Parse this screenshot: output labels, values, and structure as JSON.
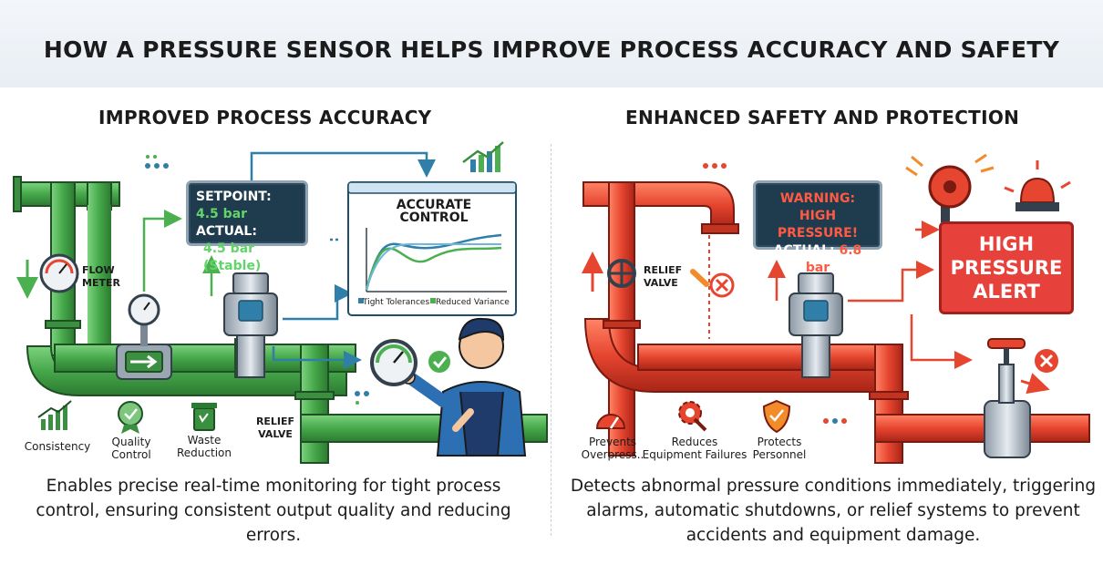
{
  "title": "HOW A PRESSURE SENSOR HELPS IMPROVE PROCESS ACCURACY AND SAFETY",
  "accuracy": {
    "heading": "IMPROVED PROCESS ACCURACY",
    "display_setpoint_label": "SETPOINT:",
    "display_setpoint_value": "4.5 bar",
    "display_actual_label": "ACTUAL:",
    "display_actual_value": "4.5 bar (Stable)",
    "chart_title": "ACCURATE CONTROL",
    "chart_legend_1": "Tight Tolerances",
    "chart_legend_2": "Reduced Variance",
    "flow_meter_label_1": "FLOW",
    "flow_meter_label_2": "METER",
    "relief_valve_label_1": "RELIEF",
    "relief_valve_label_2": "VALVE",
    "icons": {
      "consistency": "Consistency",
      "quality_1": "Quality",
      "quality_2": "Control",
      "waste_1": "Waste",
      "waste_2": "Reduction"
    },
    "summary": "Enables precise real-time monitoring for tight process control, ensuring consistent output quality and reducing errors."
  },
  "safety": {
    "heading": "ENHANCED SAFETY AND PROTECTION",
    "warning_1": "WARNING:",
    "warning_2": "HIGH PRESSURE!",
    "actual_label": "ACTUAL:",
    "actual_value": "6.8 bar",
    "relief_valve_label_1": "RELIEF",
    "relief_valve_label_2": "VALVE",
    "alert_1": "HIGH",
    "alert_2": "PRESSURE",
    "alert_3": "ALERT",
    "icons": {
      "prevents_1": "Prevents",
      "prevents_2": "Overpress..",
      "reduces_1": "Reduces",
      "reduces_2": "Equipment Failures",
      "protects_1": "Protects",
      "protects_2": "Personnel"
    },
    "summary": "Detects abnormal pressure conditions immediately, triggering alarms, automatic shutdowns, or relief systems to prevent accidents and equipment damage."
  },
  "colors": {
    "green_pipe": "#4caf50",
    "red_pipe": "#e6452f",
    "display_green_text": "#63d46a",
    "display_red_text": "#ff5a43",
    "display_actual_text": "#ffffff",
    "alert_red": "#e6413a"
  }
}
